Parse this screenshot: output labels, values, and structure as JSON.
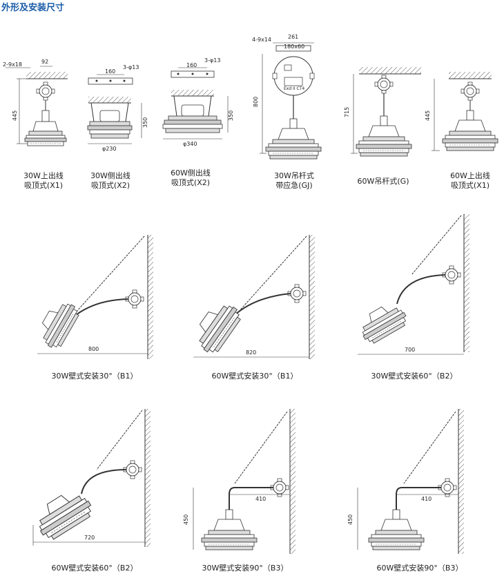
{
  "title": "外形及安装尺寸",
  "top_row": [
    {
      "line1": "30W上出线",
      "line2": "吸顶式(X1)",
      "dims": {
        "top": "2-9x18",
        "width": "92",
        "height": "445"
      }
    },
    {
      "line1": "30W侧出线",
      "line2": "吸顶式(X2)",
      "dims": {
        "mount": "3-φ13",
        "width": "160",
        "height": "350",
        "dia": "φ230"
      }
    },
    {
      "line1": "60W侧出线",
      "line2": "吸顶式(X2)",
      "dims": {
        "mount": "3-φ13",
        "width": "160",
        "height": "350",
        "dia": "φ340"
      }
    },
    {
      "line1": "30W吊杆式",
      "line2": "带应急(GJ)",
      "dims": {
        "top": "4-9x14",
        "width": "261",
        "inner": "180x60",
        "height": "800",
        "badge": "Exd II CT4"
      }
    },
    {
      "line1": "60W吊杆式(G)",
      "line2": "",
      "dims": {
        "height": "715"
      }
    },
    {
      "line1": "60W上出线",
      "line2": "吸顶式(X1)",
      "dims": {
        "height": "445"
      }
    }
  ],
  "wall_row1": [
    {
      "caption": "30W壁式安装30°（B1）",
      "dim": "800"
    },
    {
      "caption": "60W壁式安装30°（B1）",
      "dim": "820"
    },
    {
      "caption": "30W壁式安装60°（B2）",
      "dim": "700"
    }
  ],
  "wall_row2": [
    {
      "caption": "60W壁式安装60°（B2）",
      "dim": "720"
    },
    {
      "caption": "30W壁式安装90°（B3）",
      "dim_h": "410",
      "dim_v": "450"
    },
    {
      "caption": "60W壁式安装90°（B3）",
      "dim_h": "410",
      "dim_v": "450"
    }
  ]
}
